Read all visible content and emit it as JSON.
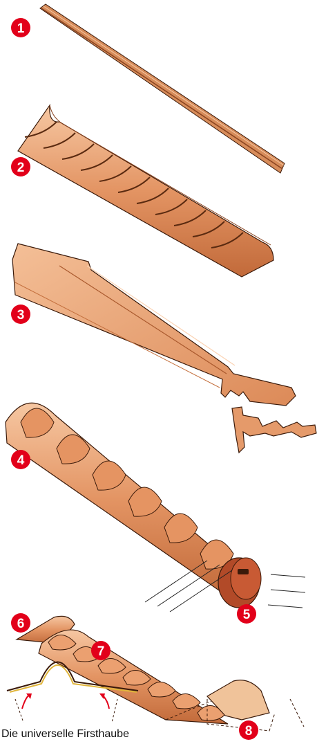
{
  "colors": {
    "badge": "#e2001a",
    "badge_text": "#ffffff",
    "terracotta_light": "#f2b48a",
    "terracotta": "#e08858",
    "terracotta_dark": "#b85a2c",
    "outline": "#3a1a0a",
    "line": "#222222"
  },
  "labels": {
    "b1": "1",
    "b2": "2",
    "b3": "3",
    "b4": "4",
    "b5": "5",
    "b6": "6",
    "b7": "7",
    "b8": "8"
  },
  "caption": "Die universelle Firsthaube"
}
